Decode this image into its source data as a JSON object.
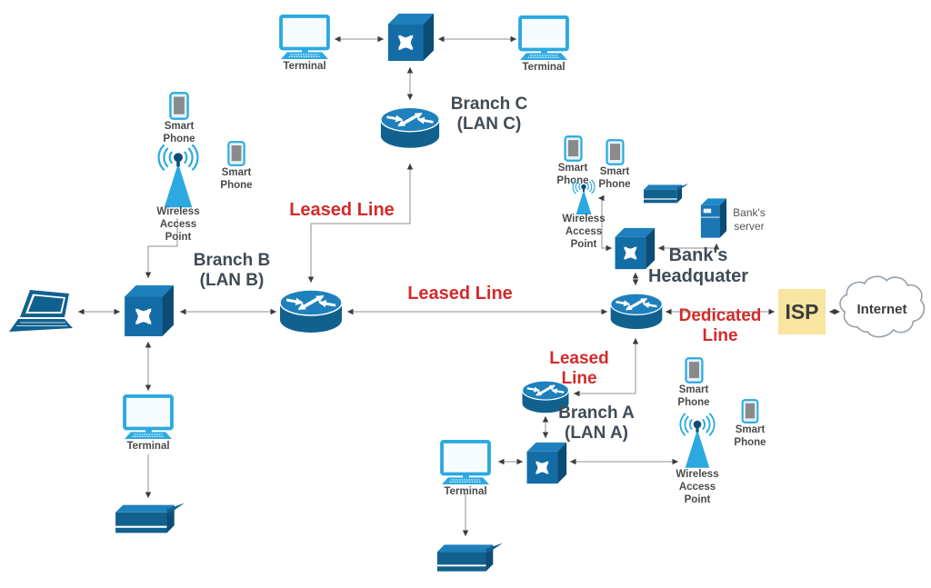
{
  "colors": {
    "device_dark_blue": "#11618F",
    "device_front_blue": "#136CA6",
    "device_top_blue": "#1E80BD",
    "device_light_blue": "#2BA9E0",
    "phone_screen_gray": "#8A8A8A",
    "red_label": "#D22B2B",
    "text_gray": "#414B55",
    "isp_note_yellow": "#F9E4A0",
    "wire_gray": "#8F8F8F"
  },
  "labels": {
    "terminal": "Terminal",
    "smart_phone": "Smart Phone",
    "wireless_access_point": "Wireless Access Point",
    "bank_server": "Bank's server",
    "isp": "ISP",
    "internet": "Internet",
    "leased_line": "Leased Line",
    "leased_l1": "Leased",
    "leased_l2": "Line",
    "dedicated_l1": "Dedicated",
    "dedicated_l2": "Line",
    "branch_c_l1": "Branch C",
    "branch_c_l2": "(LAN C)",
    "branch_b_l1": "Branch B",
    "branch_b_l2": "(LAN B)",
    "branch_a_l1": "Branch A",
    "branch_a_l2": "(LAN A)",
    "hq_l1": "Bank's",
    "hq_l2": "Headquater"
  },
  "icons": {
    "router": "cisco-router-cylinder",
    "switch": "cisco-switch-cube",
    "terminal": "desktop-terminal",
    "laptop": "laptop",
    "printer": "printer",
    "server": "server-tower",
    "smartphone": "smartphone",
    "wireless_access_point": "wifi-antenna-cone",
    "internet": "cloud",
    "isp": "sticky-note"
  }
}
